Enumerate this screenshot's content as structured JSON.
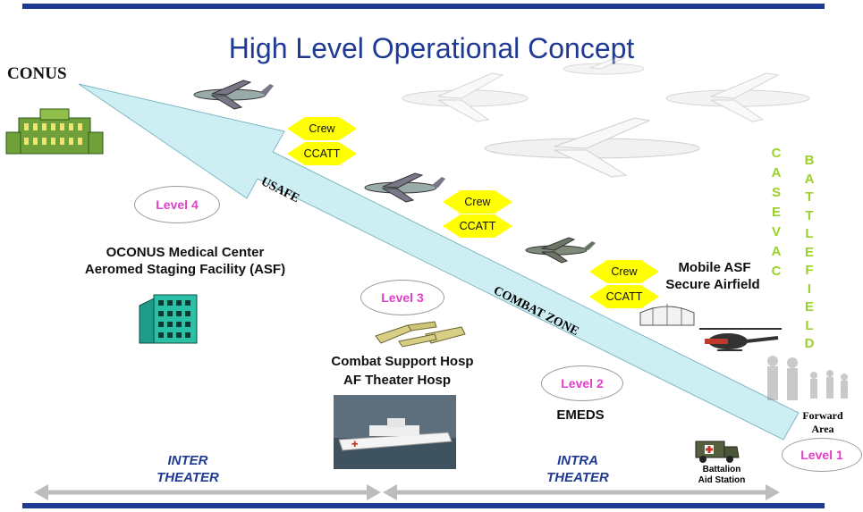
{
  "title": "High Level Operational Concept",
  "conus": "CONUS",
  "arrow_labels": {
    "usafe": "USAFE",
    "combat_zone": "COMBAT ZONE"
  },
  "levels": {
    "l4": "Level 4",
    "l3": "Level 3",
    "l2": "Level 2",
    "l1": "Level 1"
  },
  "team_labels": {
    "crew": "Crew",
    "ccatt": "CCATT"
  },
  "oconus": {
    "line1": "OCONUS Medical Center",
    "line2": "Aeromed Staging Facility (ASF)"
  },
  "combat_support": {
    "line1": "Combat Support Hosp",
    "line2": "AF Theater Hosp"
  },
  "emeds": "EMEDS",
  "mobile_asf": {
    "line1": "Mobile ASF",
    "line2": "Secure Airfield"
  },
  "forward_area": {
    "line1": "Forward",
    "line2": "Area"
  },
  "battalion": {
    "line1": "Battalion",
    "line2": "Aid Station"
  },
  "casevac": [
    "C",
    "A",
    "S",
    "E",
    "V",
    "A",
    "C"
  ],
  "battlefield": [
    "B",
    "A",
    "T",
    "T",
    "L",
    "E",
    "F",
    "I",
    "E",
    "L",
    "D"
  ],
  "theaters": {
    "inter": {
      "line1": "INTER",
      "line2": "THEATER"
    },
    "intra": {
      "line1": "INTRA",
      "line2": "THEATER"
    }
  },
  "colors": {
    "rule": "#1f3a93",
    "arrow": "#cdeef3",
    "diamond": "#ffff00",
    "level_text": "#e040c8",
    "casevac": "#9bd12a"
  },
  "icons": [
    "c17-aircraft-icon",
    "c130-aircraft-icon",
    "helicopter-icon",
    "hospital-building-icon",
    "capitol-building-icon",
    "hospital-ship-icon",
    "ambulance-truck-icon",
    "tent-icon",
    "soldiers-icon"
  ]
}
